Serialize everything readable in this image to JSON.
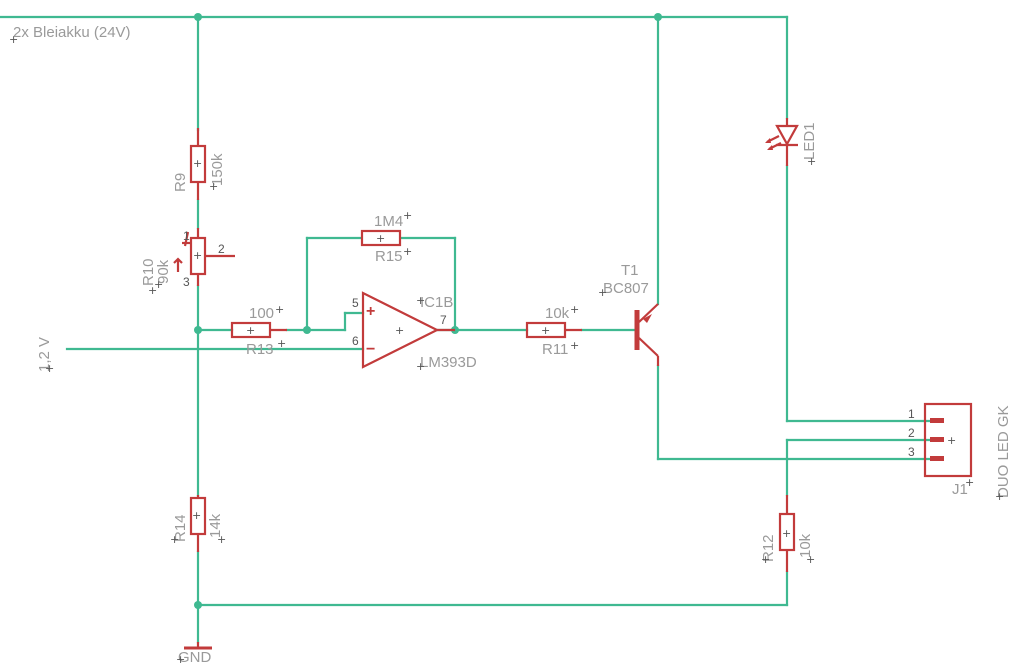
{
  "colors": {
    "wire": "#3fb991",
    "part": "#c23b3b",
    "text": "#9a9a9a",
    "ink": "#555555",
    "background": "#ffffff"
  },
  "labels": {
    "supply": "2x Bleiakku (24V)",
    "ground": "GND",
    "ref_voltage": "1,2 V",
    "r9_name": "R9",
    "r9_value": "150k",
    "r10_name": "R10",
    "r10_value": "90k",
    "r13_value": "100",
    "r13_name": "R13",
    "r15_value": "1M4",
    "r15_name": "R15",
    "r11_value": "10k",
    "r11_name": "R11",
    "r14_name": "R14",
    "r14_value": "14k",
    "r12_name": "R12",
    "r12_value": "10k",
    "ic_name": "IC1B",
    "ic_value": "LM393D",
    "t1_name": "T1",
    "t1_value": "BC807",
    "led_name": "LED1",
    "j1_name": "J1",
    "j1_value": "DUO LED GK"
  },
  "pins": {
    "pot_1": "1",
    "pot_2": "2",
    "pot_3": "3",
    "ic_5": "5",
    "ic_6": "6",
    "ic_7": "7",
    "j1_1": "1",
    "j1_2": "2",
    "j1_3": "3",
    "ic_plus": "+",
    "ic_minus": "−"
  }
}
